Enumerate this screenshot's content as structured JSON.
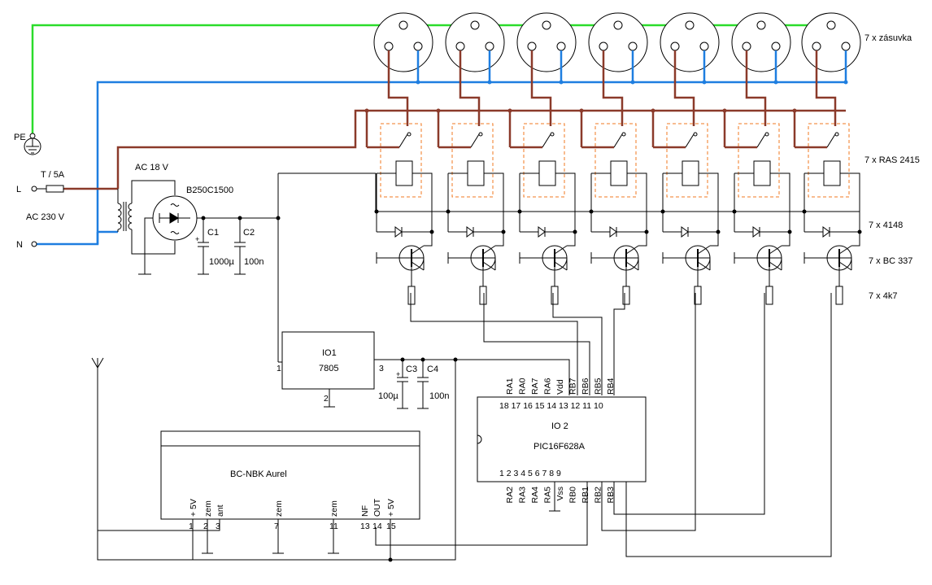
{
  "labels": {
    "outlets": "7 x zásuvka",
    "relays": "7 x RAS 2415",
    "diodes": "7 x 4148",
    "transistors": "7 x BC 337",
    "resistors": "7 x 4k7",
    "pe": "PE",
    "l": "L",
    "n": "N",
    "fuse": "T / 5A",
    "mains": "AC 230 V",
    "secondary": "AC 18 V",
    "bridge": "B250C1500",
    "c1": "C1",
    "c1_val": "1000µ",
    "c2": "C2",
    "c2_val": "100n",
    "io1_name": "IO1",
    "io1_part": "7805",
    "io1_pin1": "1",
    "io1_pin2": "2",
    "io1_pin3": "3",
    "c3": "C3",
    "c3_val": "100µ",
    "c4": "C4",
    "c4_val": "100n",
    "io2_name": "IO 2",
    "io2_part": "PIC16F628A",
    "receiver_name": "BC-NBK    Aurel"
  },
  "pic_top_pins": {
    "names": [
      "RA1",
      "RA0",
      "RA7",
      "RA6",
      "Vdd",
      "RB7",
      "RB6",
      "RB5",
      "RB4"
    ],
    "numbers": "18 17 16 15 14 13 12 11 10"
  },
  "pic_bottom_pins": {
    "names": [
      "RA2",
      "RA3",
      "RA4",
      "RA5",
      "Vss",
      "RB0",
      "RB1",
      "RB2",
      "RB3"
    ],
    "numbers": "1  2  3  4  5  6  7  8  9"
  },
  "receiver_pins": {
    "names": [
      "+ 5V",
      "zem",
      "ant",
      "zem",
      "zem",
      "NF",
      "OUT",
      "+ 5V"
    ],
    "numbers": [
      "1",
      "2",
      "3",
      "7",
      "11",
      "13",
      "14",
      "15"
    ]
  },
  "colors": {
    "pe_wire": "#2bdc2b",
    "neutral_wire": "#1e7ee0",
    "live_wire": "#8b3a2a",
    "relay_outline": "#f07820",
    "signal_wire": "#000000"
  }
}
